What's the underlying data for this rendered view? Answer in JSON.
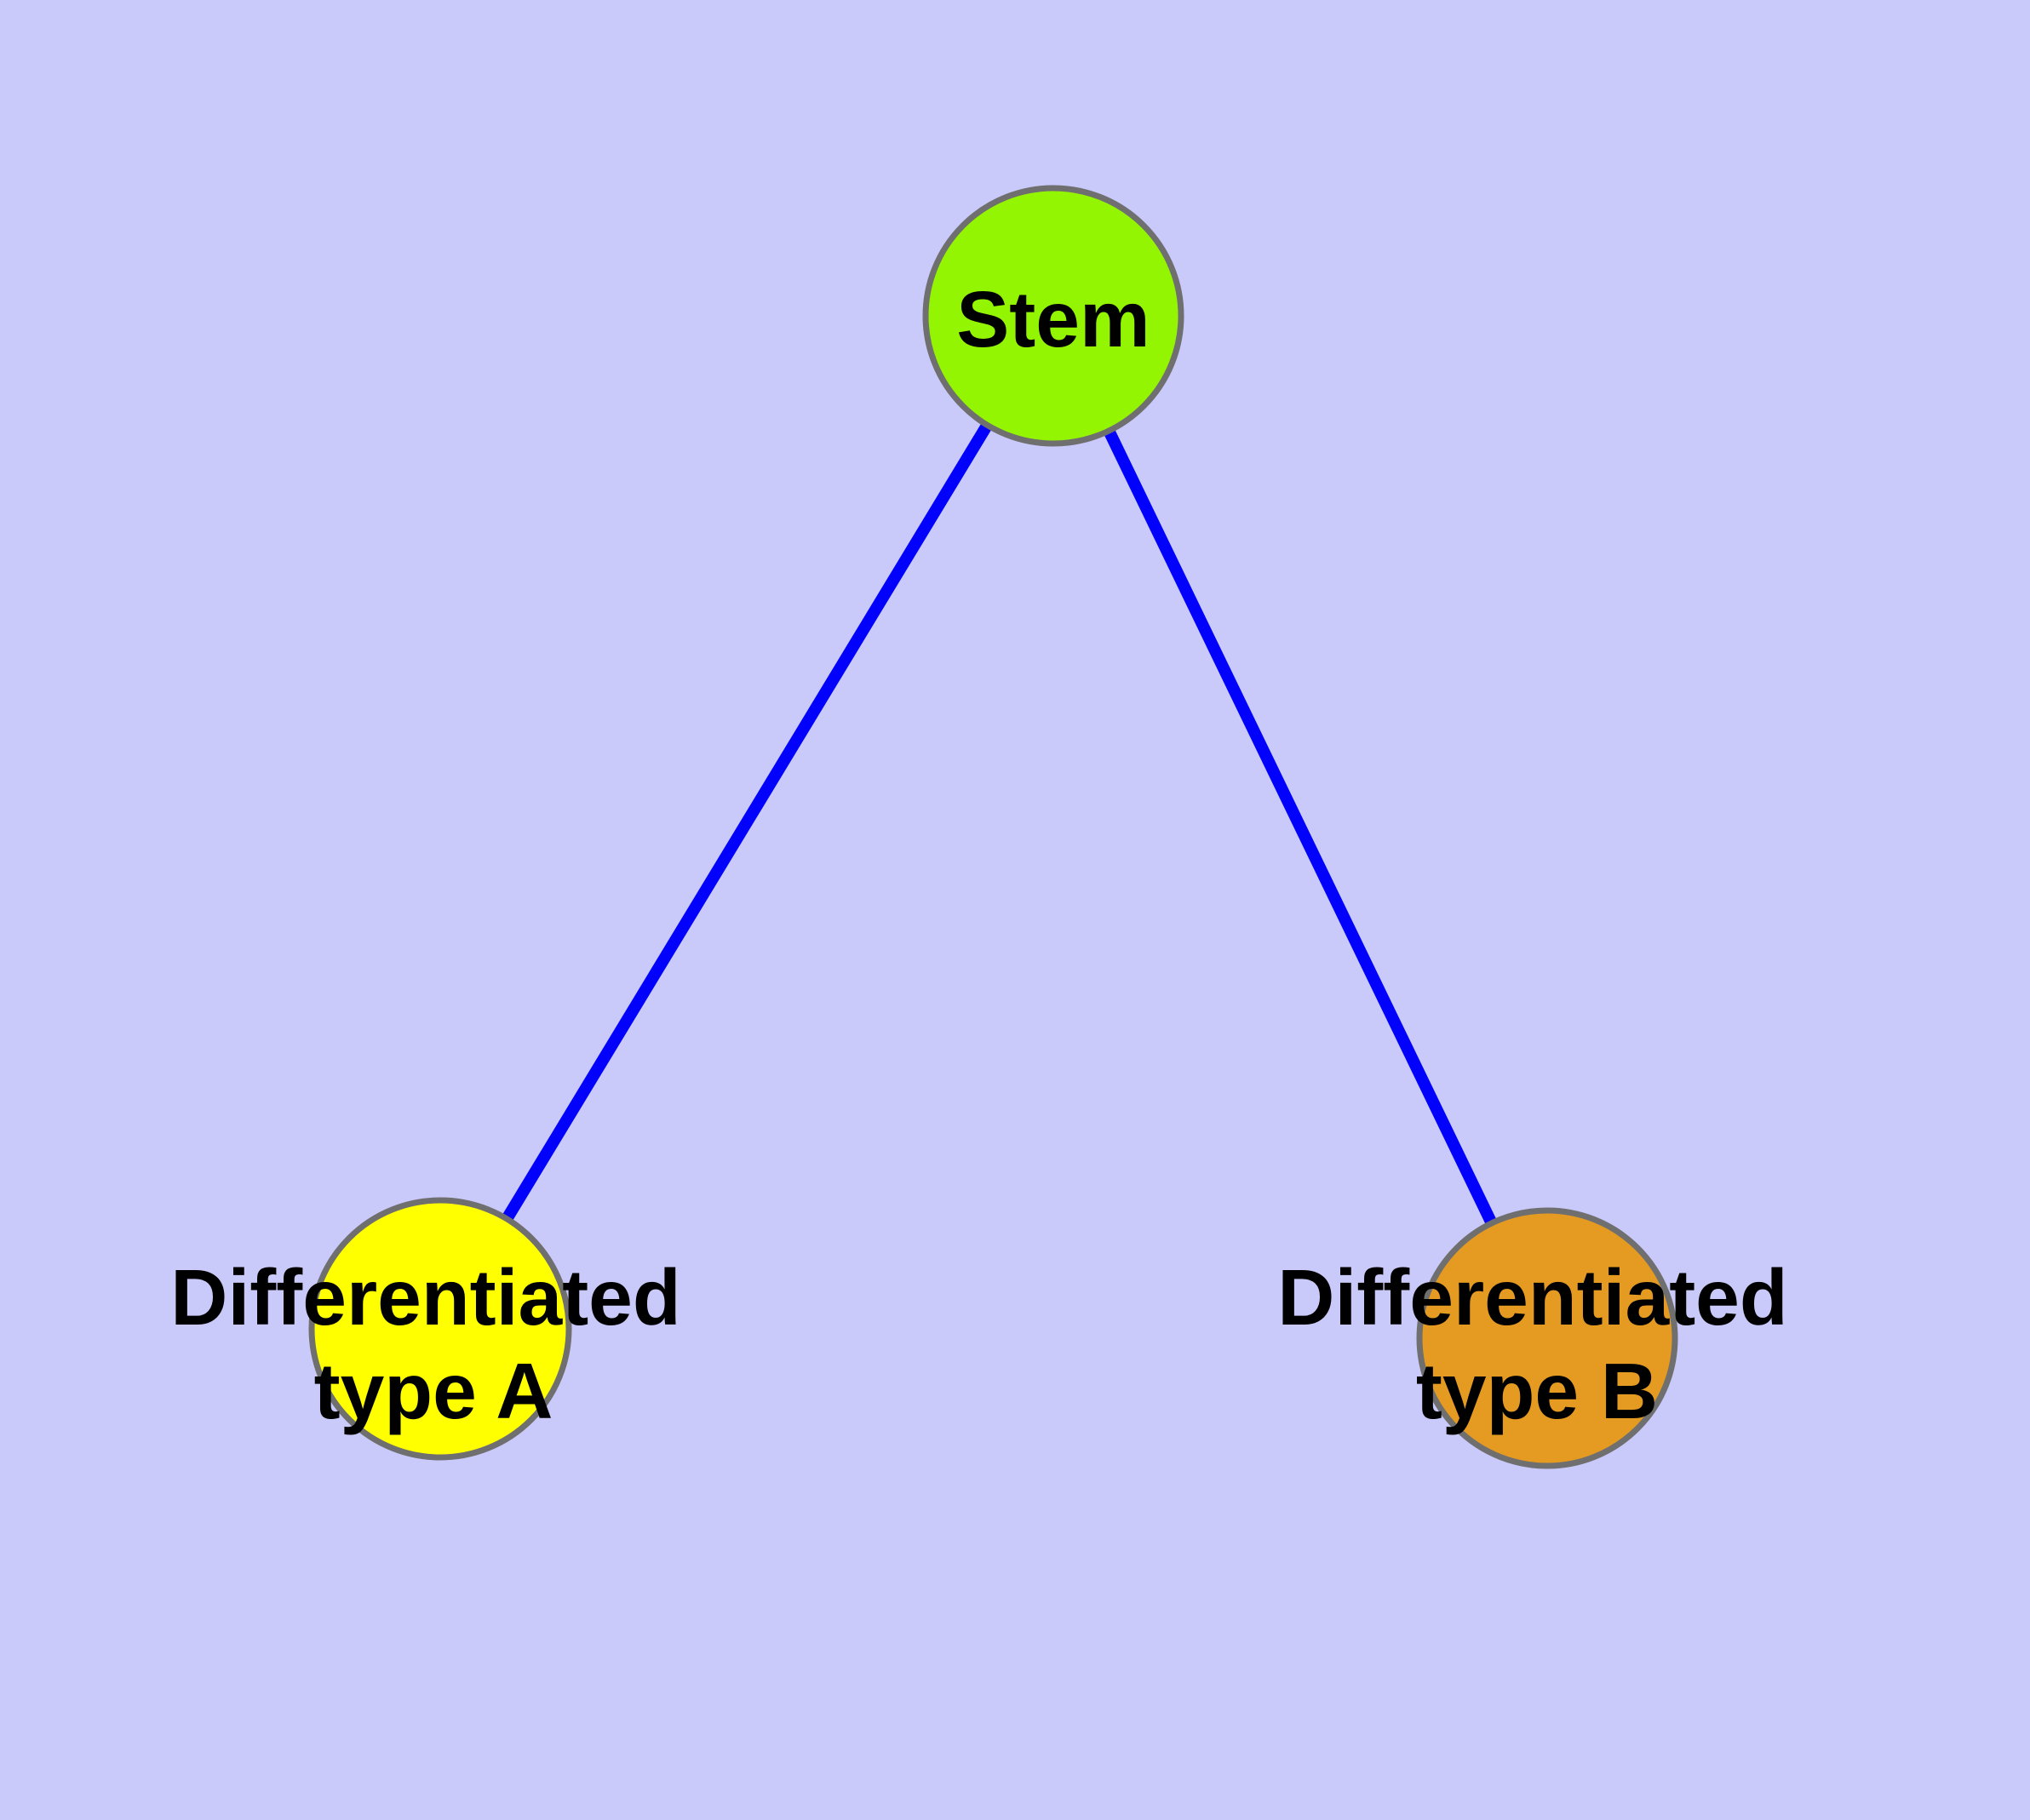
{
  "diagram": {
    "background_color": "#C9C9FA",
    "text_color": "#000000",
    "edge_color": "#0202FC",
    "node_border_color": "#6F6F6F",
    "nodes": [
      {
        "id": "stem",
        "label": "Stem",
        "fill": "#94F502"
      },
      {
        "id": "differentiated-type-a",
        "label_line1": "Differentiated",
        "label_line2": "type A",
        "fill": "#FFFF00"
      },
      {
        "id": "differentiated-type-b",
        "label_line1": "Differentiated",
        "label_line2": "type B",
        "fill": "#E59A21"
      }
    ],
    "edges": [
      {
        "from": "stem",
        "to": "differentiated-type-a"
      },
      {
        "from": "stem",
        "to": "differentiated-type-b"
      }
    ]
  }
}
